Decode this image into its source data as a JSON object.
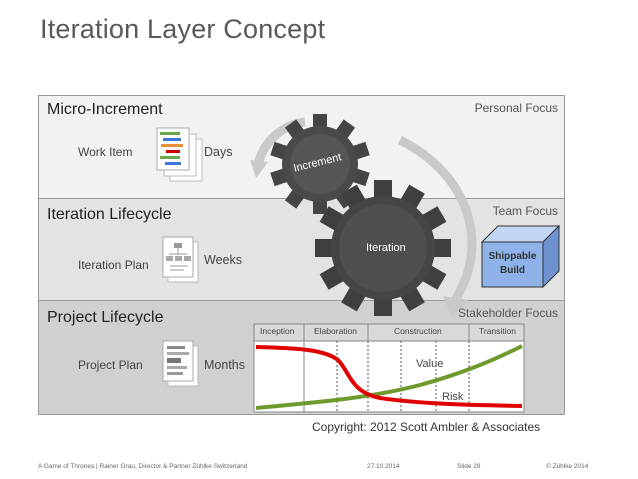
{
  "title": "Iteration Layer Concept",
  "bands": [
    {
      "heading": "Micro-Increment",
      "focus": "Personal Focus",
      "item": "Work Item",
      "unit": "Days"
    },
    {
      "heading": "Iteration Lifecycle",
      "focus": "Team Focus",
      "item": "Iteration Plan",
      "unit": "Weeks"
    },
    {
      "heading": "Project Lifecycle",
      "focus": "Stakeholder Focus",
      "item": "Project Plan",
      "unit": "Months"
    }
  ],
  "gears": {
    "small": "Increment",
    "large": "Iteration"
  },
  "shippable": {
    "line1": "Shippable",
    "line2": "Build"
  },
  "phases": [
    "Inception",
    "Elaboration",
    "Construction",
    "Transition"
  ],
  "curves": {
    "value": "Value",
    "risk": "Risk"
  },
  "copyright": "Copyright: 2012 Scott Ambler & Associates",
  "footer": {
    "left": "A Game of Thrones | Rainer Grau, Director & Partner Zühlke Switzerland",
    "date": "27.10.2014",
    "slide": "Slide 28",
    "right": "© Zühlke 2014"
  },
  "colors": {
    "risk": "#e00000",
    "value": "#6e9a2e",
    "gear": "#4a4a4a",
    "box": "#8fb3e8"
  }
}
